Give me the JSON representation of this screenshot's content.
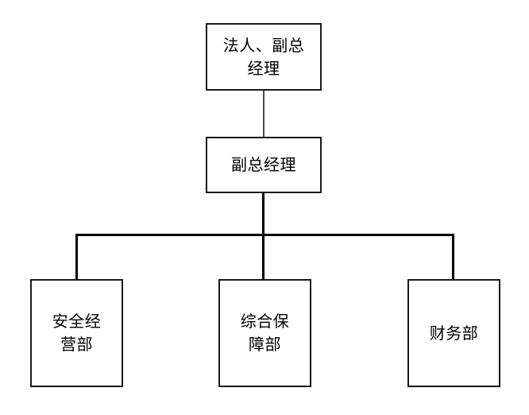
{
  "diagram": {
    "type": "org-chart",
    "title": "",
    "background_color": "#ffffff",
    "line_color": "#000000",
    "box_border_color": "#1a1a1a",
    "text_color": "#000000",
    "nodes": [
      {
        "id": "ceo",
        "label": "法人、副总\n经理",
        "level": 0
      },
      {
        "id": "vp",
        "label": "副总经理",
        "level": 1
      },
      {
        "id": "dept-1",
        "label": "安全经\n营部",
        "level": 2
      },
      {
        "id": "dept-2",
        "label": "综合保\n障部",
        "level": 2
      },
      {
        "id": "dept-3",
        "label": "财务部",
        "level": 2
      }
    ],
    "edges": [
      {
        "from": "ceo",
        "to": "vp"
      },
      {
        "from": "vp",
        "to": "dept-1"
      },
      {
        "from": "vp",
        "to": "dept-2"
      },
      {
        "from": "vp",
        "to": "dept-3"
      }
    ]
  }
}
